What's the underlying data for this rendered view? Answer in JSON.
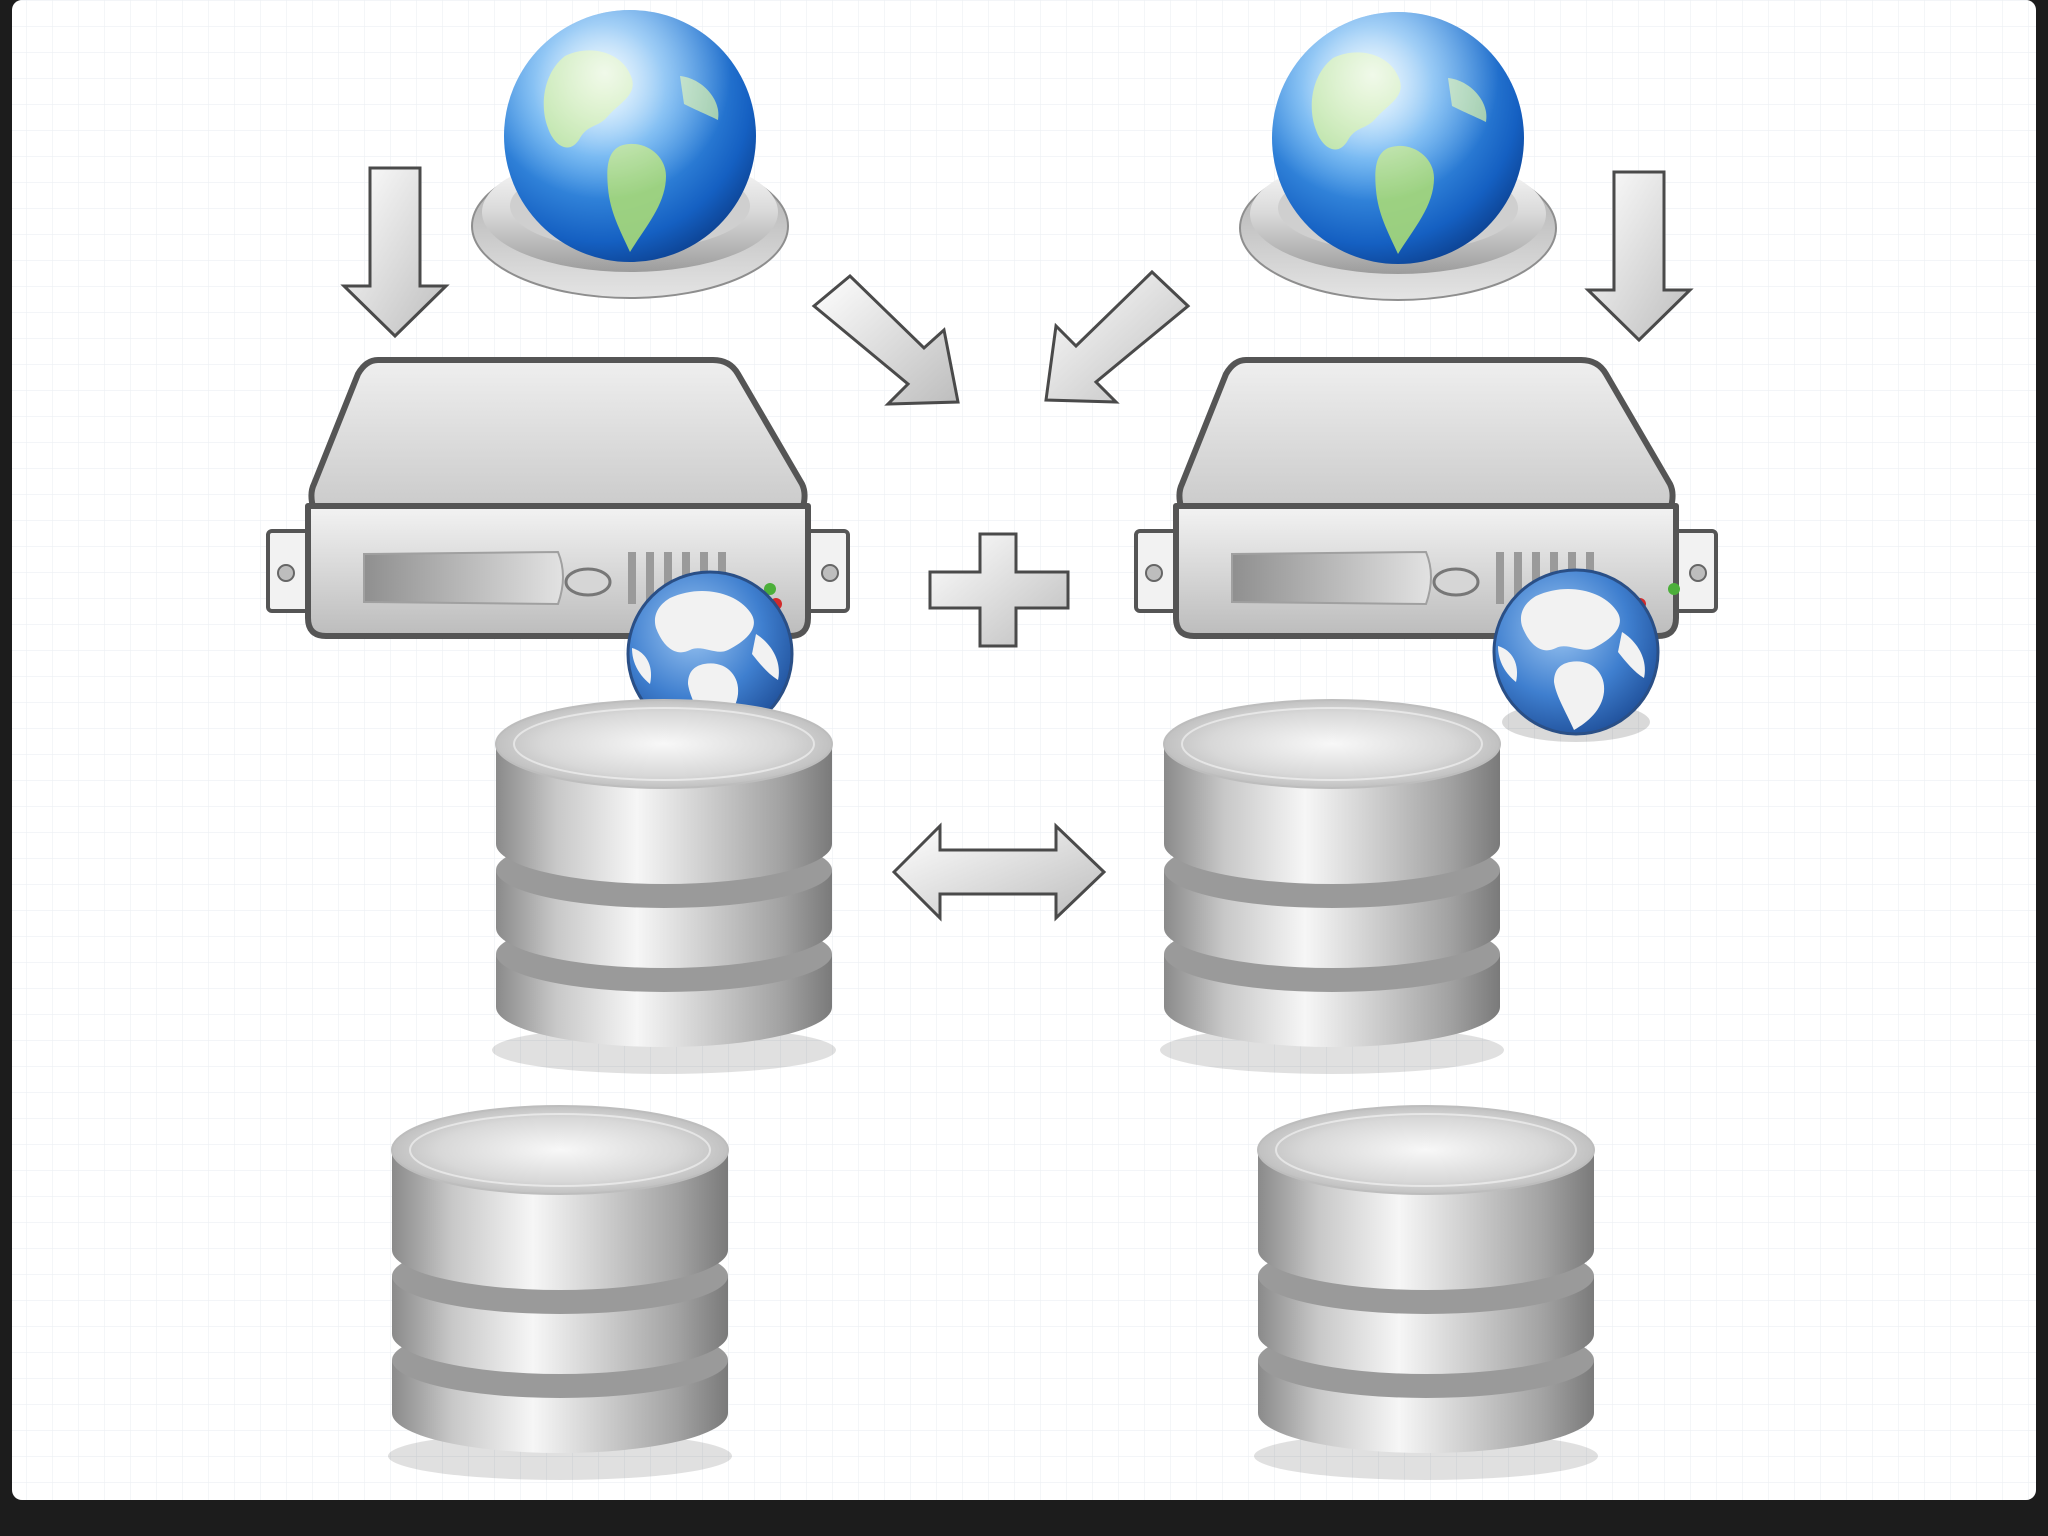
{
  "diagram": {
    "title": "",
    "elements": [
      {
        "id": "globe-left",
        "icon": "globe-icon"
      },
      {
        "id": "globe-right",
        "icon": "globe-icon"
      },
      {
        "id": "web-server-left",
        "icon": "web-server-icon"
      },
      {
        "id": "web-server-right",
        "icon": "web-server-icon"
      },
      {
        "id": "database-left-primary",
        "icon": "database-icon"
      },
      {
        "id": "database-right-primary",
        "icon": "database-icon"
      },
      {
        "id": "database-left-secondary",
        "icon": "database-icon"
      },
      {
        "id": "database-right-secondary",
        "icon": "database-icon"
      }
    ],
    "connectors": [
      {
        "from": "globe-left",
        "to": "web-server-left",
        "style": "arrow-down"
      },
      {
        "from": "globe-right",
        "to": "web-server-right",
        "style": "arrow-down"
      },
      {
        "from": "globe-left",
        "to": "plus-sign",
        "style": "arrow-diagonal"
      },
      {
        "from": "globe-right",
        "to": "plus-sign",
        "style": "arrow-diagonal"
      },
      {
        "from": "database-left-primary",
        "to": "database-right-primary",
        "style": "double-arrow"
      }
    ],
    "operator": {
      "name": "plus-sign",
      "symbol": "plus-icon"
    },
    "colors": {
      "background": "#ffffff",
      "grid": "#eceff3",
      "frame": "#1c1c1c",
      "globe_ocean": "#2f7fd8",
      "globe_land": "#9fd86b",
      "metal_light": "#f4f4f4",
      "metal_dark": "#8a8a8a",
      "server_body": "#d6d6d6",
      "led_green": "#4caf3a",
      "led_red": "#d12b2b"
    }
  }
}
